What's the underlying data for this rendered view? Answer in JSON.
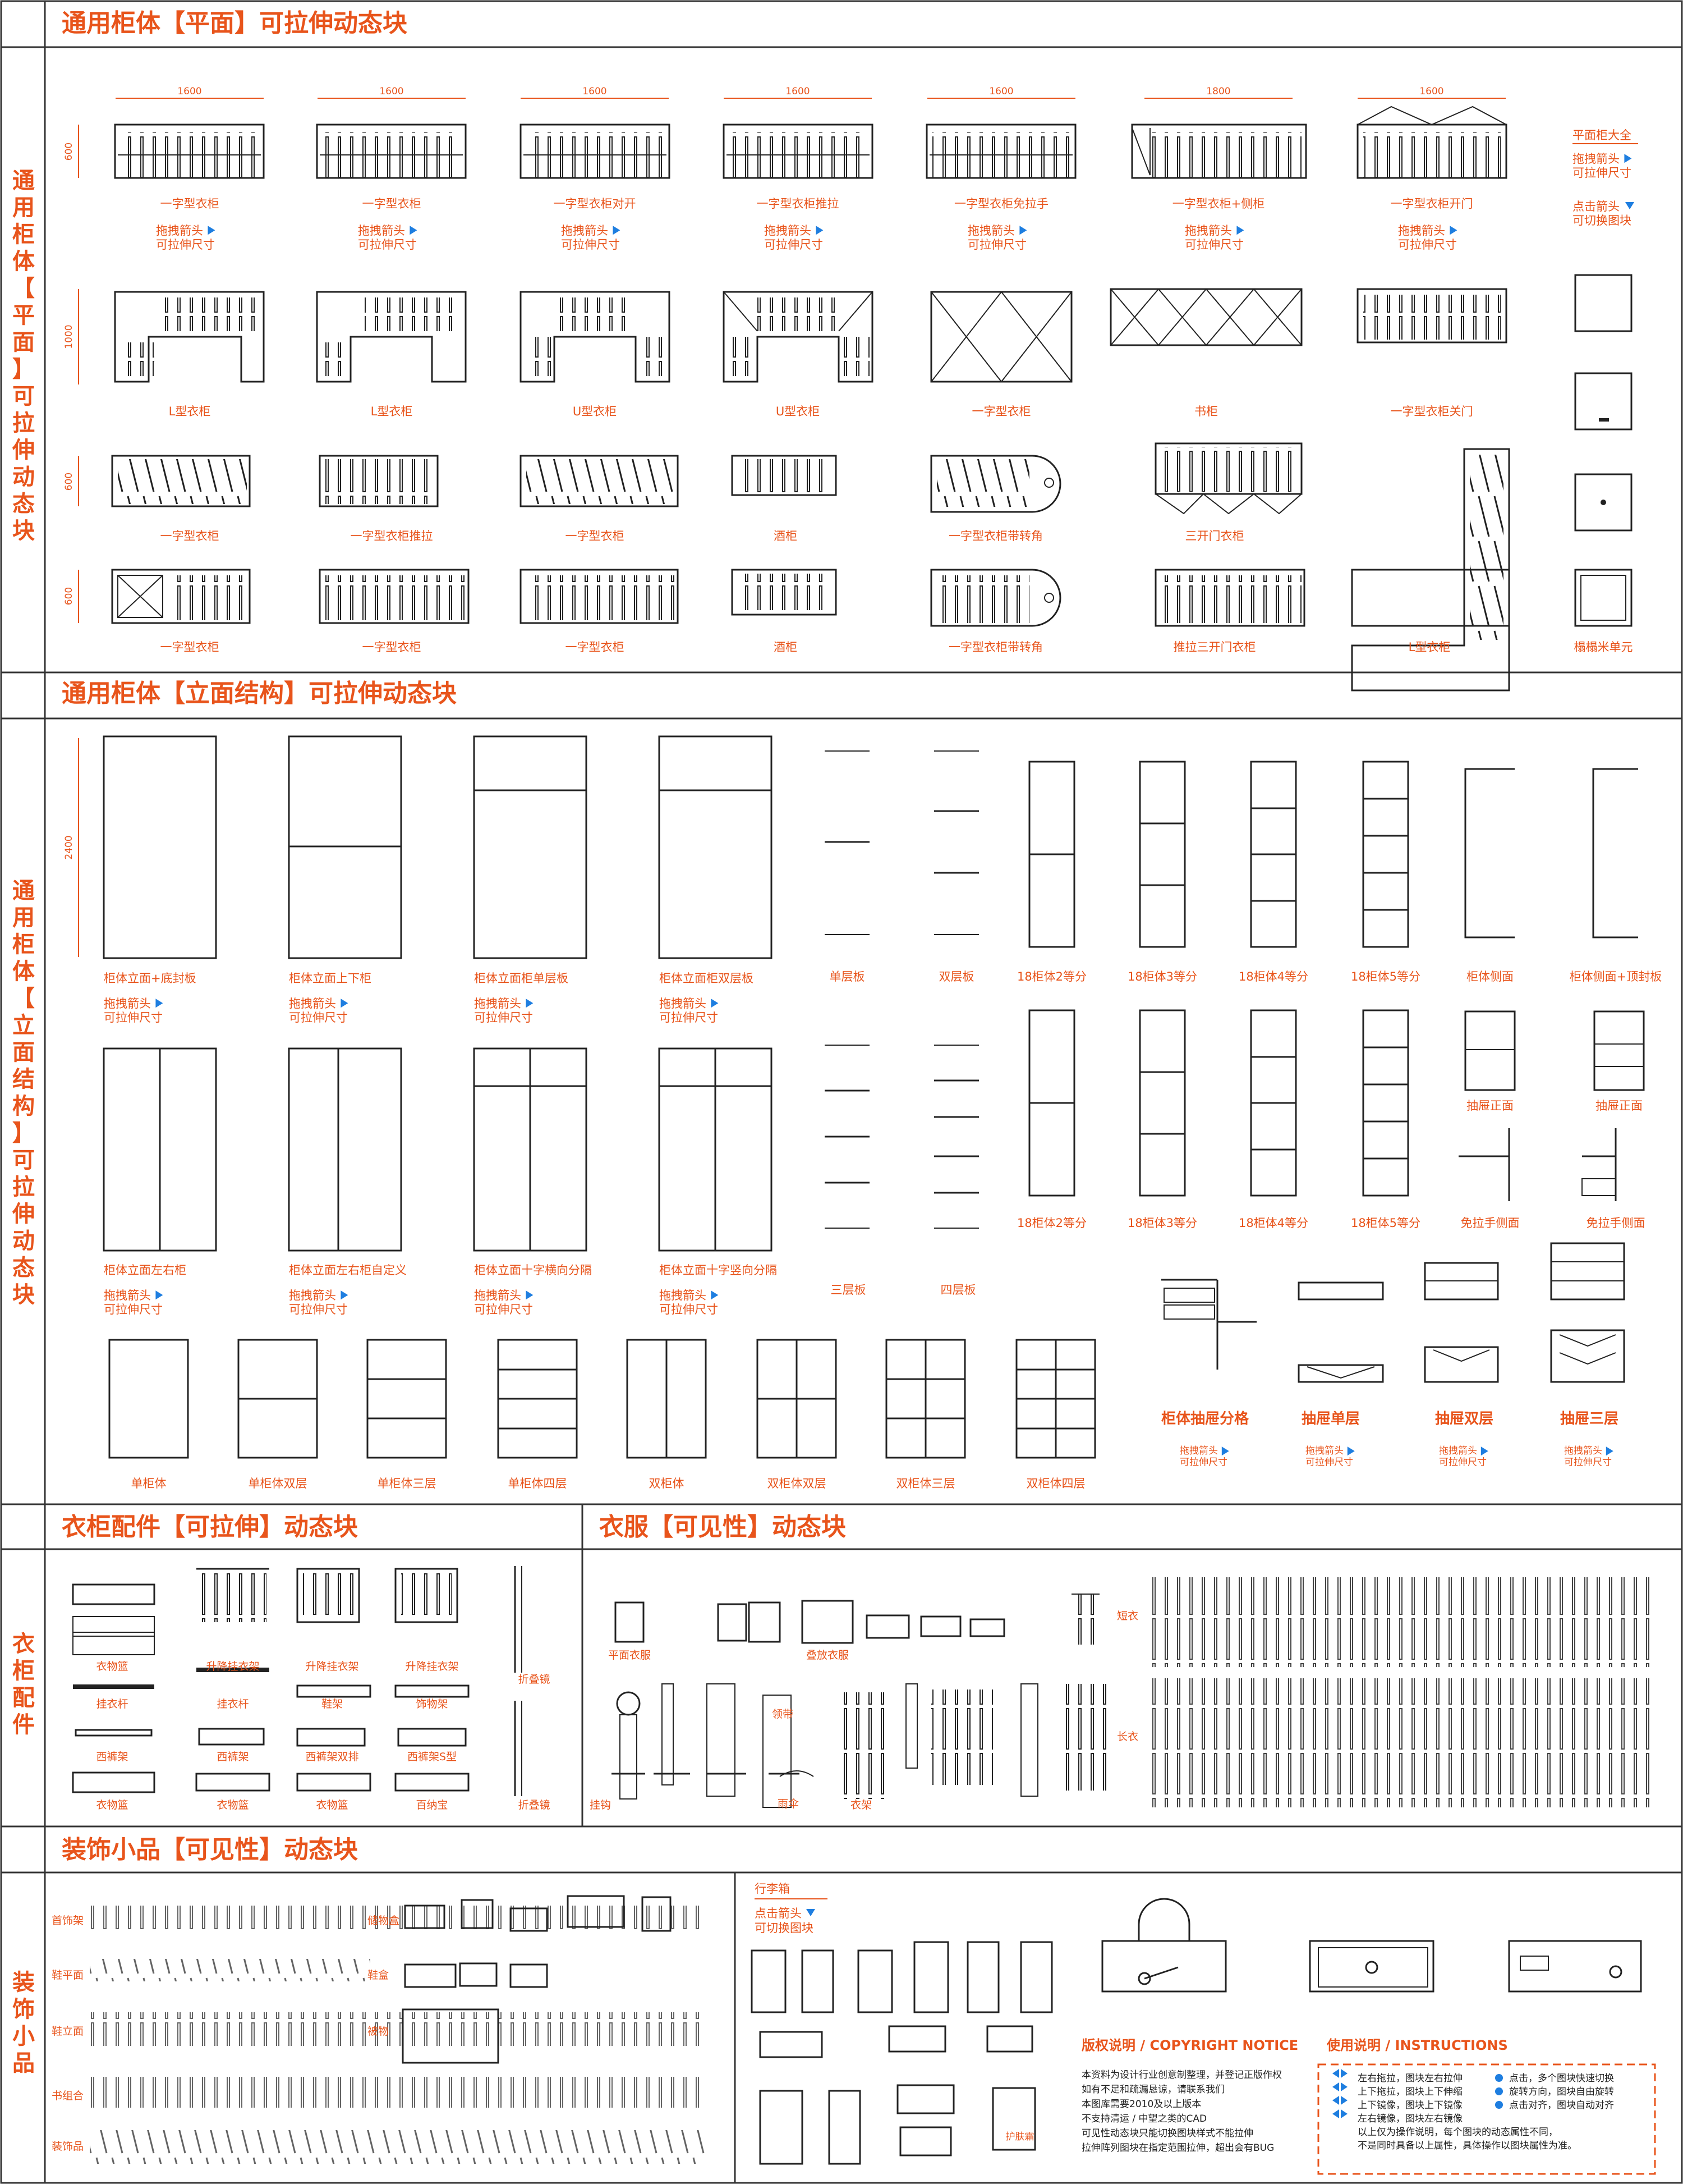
{
  "sections": {
    "plan": {
      "title": "通用柜体【平面】可拉伸动态块",
      "side": "通用柜体【平面】可拉伸动态块"
    },
    "elev": {
      "title": "通用柜体【立面结构】可拉伸动态块",
      "side": "通用柜体【立面结构】可拉伸动态块"
    },
    "acc": {
      "title": "衣柜配件【可拉伸】动态块",
      "side": "衣柜配件"
    },
    "clothes": {
      "title": "衣服【可见性】动态块"
    },
    "deco": {
      "title": "装饰小品【可见性】动态块",
      "side": "装饰小品"
    }
  },
  "hint": {
    "drag": "拖拽箭头",
    "stretch": "可拉伸尺寸",
    "click": "点击箭头",
    "switch": "可切换图块"
  },
  "plan": {
    "dims": [
      "1600",
      "1600",
      "1600",
      "1600",
      "1600",
      "1800",
      "1600"
    ],
    "vdims": [
      "600",
      "1000",
      "600",
      "600"
    ],
    "row1": [
      "一字型衣柜",
      "一字型衣柜",
      "一字型衣柜对开",
      "一字型衣柜推拉",
      "一字型衣柜免拉手",
      "一字型衣柜+侧柜",
      "一字型衣柜开门"
    ],
    "row2": [
      "L型衣柜",
      "L型衣柜",
      "U型衣柜",
      "U型衣柜",
      "一字型衣柜",
      "书柜",
      "一字型衣柜关门"
    ],
    "row3": [
      "一字型衣柜",
      "一字型衣柜推拉",
      "一字型衣柜",
      "酒柜",
      "一字型衣柜带转角",
      "三开门衣柜"
    ],
    "row4": [
      "一字型衣柜",
      "一字型衣柜",
      "一字型衣柜",
      "酒柜",
      "一字型衣柜带转角",
      "推拉三开门衣柜",
      "L型衣柜",
      "榻榻米单元"
    ],
    "side_title": "平面柜大全"
  },
  "elev": {
    "dim": "2400",
    "row1": [
      "柜体立面+底封板",
      "柜体立面上下柜",
      "柜体立面柜单层板",
      "柜体立面柜双层板"
    ],
    "row1b": [
      "单层板",
      "双层板",
      "18柜体2等分",
      "18柜体3等分",
      "18柜体4等分",
      "18柜体5等分",
      "柜体侧面",
      "柜体侧面+顶封板"
    ],
    "row2": [
      "柜体立面左右柜",
      "柜体立面左右柜自定义",
      "柜体立面十字横向分隔",
      "柜体立面十字竖向分隔"
    ],
    "row2b": [
      "18柜体2等分",
      "18柜体3等分",
      "18柜体4等分",
      "18柜体5等分",
      "免拉手侧面",
      "免拉手侧面"
    ],
    "drawer_front": [
      "抽屉正面",
      "抽屉正面"
    ],
    "shelves": [
      "三层板",
      "四层板"
    ],
    "row3": [
      "单柜体",
      "单柜体双层",
      "单柜体三层",
      "单柜体四层",
      "双柜体",
      "双柜体双层",
      "双柜体三层",
      "双柜体四层"
    ],
    "drawers": [
      "柜体抽屉分格",
      "抽屉单层",
      "抽屉双层",
      "抽屉三层"
    ]
  },
  "acc": {
    "labels": [
      "衣物篮",
      "升降挂衣架",
      "升降挂衣架",
      "升降挂衣架",
      "折叠镜",
      "挂衣杆",
      "挂衣杆",
      "鞋架",
      "饰物架",
      "西裤架",
      "西裤架",
      "西裤架双排",
      "西裤架S型",
      "衣物篮",
      "衣物篮",
      "衣物篮",
      "百纳宝",
      "折叠镜"
    ]
  },
  "clothes": {
    "labels": [
      "平面衣服",
      "叠放衣服",
      "短衣",
      "长衣",
      "领带",
      "雨伞",
      "衣架",
      "挂钩"
    ]
  },
  "deco": {
    "rows": [
      "首饰架",
      "鞋平面",
      "鞋立面",
      "书组合",
      "装饰品"
    ],
    "mid": [
      "储物盒",
      "鞋盒",
      "被物"
    ],
    "luggage": "行李箱",
    "copyright_title": "版权说明 / COPYRIGHT NOTICE",
    "copyright": [
      "本资料为设计行业创意制整理，并登记正版作权",
      "如有不足和疏漏恳谅，请联系我们",
      "本图库需要2010及以上版本",
      "不支持清运 / 中望之类的CAD",
      "可见性动态块只能切换图块样式不能拉伸",
      "拉伸阵列图块在指定范围拉伸，超出会有BUG"
    ],
    "instr_title": "使用说明 / INSTRUCTIONS",
    "instr_left": [
      "左右拖拉，图块左右拉伸",
      "上下拖拉，图块上下伸缩",
      "上下镜像，图块上下镜像",
      "左右镜像，图块左右镜像"
    ],
    "instr_right": [
      "点击，多个图块快速切换",
      "旋转方向，图块自由旋转",
      "点击对齐，图块自动对齐"
    ],
    "instr_note": [
      "以上仅为操作说明，每个图块的动态属性不同，",
      "不是同时具备以上属性，具体操作以图块属性为准。"
    ],
    "box_label": "护肤霜"
  }
}
